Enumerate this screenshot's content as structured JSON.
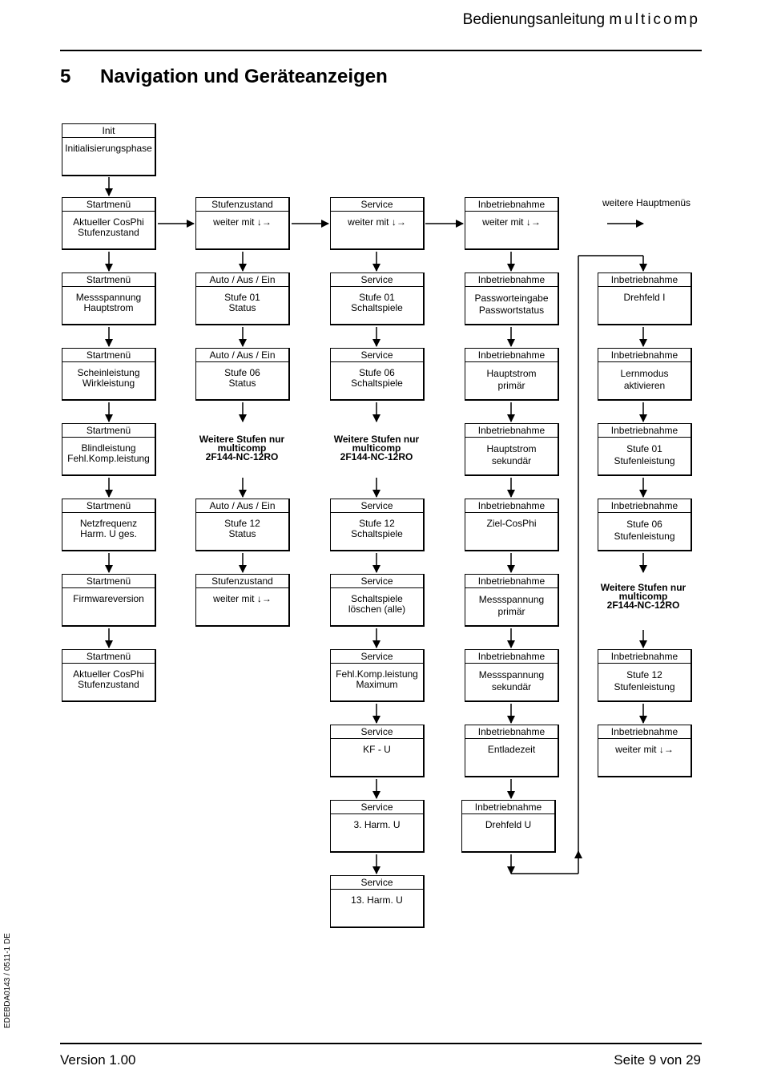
{
  "header": {
    "title_prefix": "Bedienungsanleitung",
    "title_brand": "multicomp"
  },
  "section": {
    "number": "5",
    "title": "Navigation und Geräteanzeigen"
  },
  "side_code": "EDEBDA0143 / 0511-1 DE",
  "diagram": {
    "init": {
      "title": "Init",
      "body": "Initialisierungsphase"
    },
    "col1": [
      {
        "title": "Startmenü",
        "body1": "Aktueller CosPhi",
        "body2": "Stufenzustand"
      },
      {
        "title": "Startmenü",
        "body1": "Messspannung",
        "body2": "Hauptstrom"
      },
      {
        "title": "Startmenü",
        "body1": "Scheinleistung",
        "body2": "Wirkleistung"
      },
      {
        "title": "Startmenü",
        "body1": "Blindleistung",
        "body2": "Fehl.Komp.leistung"
      },
      {
        "title": "Startmenü",
        "body1": "Netzfrequenz",
        "body2": "Harm. U ges."
      },
      {
        "title": "Startmenü",
        "body1": "Firmwareversion"
      },
      {
        "title": "Startmenü",
        "body1": "Aktueller CosPhi",
        "body2": "Stufenzustand"
      }
    ],
    "col2": [
      {
        "title": "Stufenzustand",
        "body1": "weiter mit ↓→"
      },
      {
        "title": "Auto / Aus / Ein",
        "body1": "Stufe 01",
        "body2": "Status"
      },
      {
        "title": "Auto / Aus / Ein",
        "body1": "Stufe 06",
        "body2": "Status"
      },
      {
        "title": "Auto / Aus / Ein",
        "body1": "Stufe 12",
        "body2": "Status"
      },
      {
        "title": "Stufenzustand",
        "body1": "weiter mit ↓→"
      }
    ],
    "col3": [
      {
        "title": "Service",
        "body1": "weiter mit ↓→"
      },
      {
        "title": "Service",
        "body1": "Stufe 01",
        "body2": "Schaltspiele"
      },
      {
        "title": "Service",
        "body1": "Stufe 06",
        "body2": "Schaltspiele"
      },
      {
        "title": "Service",
        "body1": "Stufe 12",
        "body2": "Schaltspiele"
      },
      {
        "title": "Service",
        "body1": "Schaltspiele",
        "body2": "löschen (alle)"
      },
      {
        "title": "Service",
        "body1": "Fehl.Komp.leistung",
        "body2": "Maximum"
      },
      {
        "title": "Service",
        "body1": "KF - U"
      },
      {
        "title": "Service",
        "body1": "3. Harm. U"
      },
      {
        "title": "Service",
        "body1": "13. Harm. U"
      }
    ],
    "col4": [
      {
        "title": "Inbetriebnahme",
        "body1": "weiter mit ↓→"
      },
      {
        "title": "Inbetriebnahme",
        "body1": "Passworteingabe",
        "body2": "Passwortstatus"
      },
      {
        "title": "Inbetriebnahme",
        "body1": "Hauptstrom",
        "body2": "primär"
      },
      {
        "title": "Inbetriebnahme",
        "body1": "Hauptstrom",
        "body2": "sekundär"
      },
      {
        "title": "Inbetriebnahme",
        "body1": "Ziel-CosPhi"
      },
      {
        "title": "Inbetriebnahme",
        "body1": "Messspannung",
        "body2": "primär"
      },
      {
        "title": "Inbetriebnahme",
        "body1": "Messspannung",
        "body2": "sekundär"
      },
      {
        "title": "Inbetriebnahme",
        "body1": "Entladezeit"
      },
      {
        "title": "Inbetriebnahme",
        "body1": "Drehfeld U"
      }
    ],
    "col5": [
      {
        "title": "Inbetriebnahme",
        "body1": "Drehfeld I"
      },
      {
        "title": "Inbetriebnahme",
        "body1": "Lernmodus",
        "body2": "aktivieren"
      },
      {
        "title": "Inbetriebnahme",
        "body1": "Stufe 01",
        "body2": "Stufenleistung"
      },
      {
        "title": "Inbetriebnahme",
        "body1": "Stufe 06",
        "body2": "Stufenleistung"
      },
      {
        "title": "Inbetriebnahme",
        "body1": "Stufe 12",
        "body2": "Stufenleistung"
      },
      {
        "title": "Inbetriebnahme",
        "body1": "weiter mit ↓→"
      }
    ],
    "more_menus": "weitere Hauptmenüs",
    "note": {
      "line1": "Weitere Stufen nur",
      "line2": "multicomp",
      "line3": "2F144-NC-12RO"
    }
  },
  "footer": {
    "version": "Version 1.00",
    "page": "Seite 9 von 29"
  }
}
